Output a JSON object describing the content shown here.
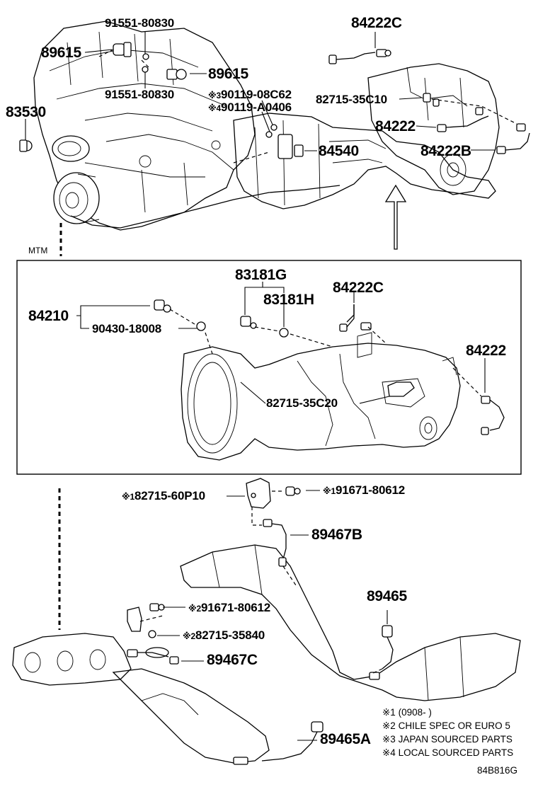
{
  "diagram": {
    "top_section": {
      "labels": {
        "p91551_top": "91551-80830",
        "p89615_left": "89615",
        "p89615_right": "89615",
        "p91551_bottom": "91551-80830",
        "p83530": "83530",
        "mark3": "※3",
        "p90119_08c62": "90119-08C62",
        "mark4": "※4",
        "p90119_a0406": "90119-A0406",
        "p84222c": "84222C",
        "p82715_35c10": "82715-35C10",
        "p84222": "84222",
        "p84540": "84540",
        "p84222b": "84222B"
      }
    },
    "mtm_section": {
      "caption": "MTM",
      "labels": {
        "p83181g": "83181G",
        "p83181h": "83181H",
        "p84222c": "84222C",
        "p84210": "84210",
        "p90430": "90430-18008",
        "p84222": "84222",
        "p82715_35c20": "82715-35C20"
      }
    },
    "exhaust_section": {
      "labels": {
        "mark1_a": "※1",
        "p82715_60p10": "82715-60P10",
        "mark1_b": "※1",
        "p91671_top": "91671-80612",
        "p89467b": "89467B",
        "p89465": "89465",
        "mark2_a": "※2",
        "p91671_mid": "91671-80612",
        "mark2_b": "※2",
        "p82715_35840": "82715-35840",
        "p89467c": "89467C",
        "p89465a": "89465A"
      }
    },
    "notes": [
      "※1 (0908-      )",
      "※2 CHILE SPEC OR EURO 5",
      "※3 JAPAN SOURCED PARTS",
      "※4 LOCAL SOURCED PARTS"
    ],
    "figure_code": "84B816G"
  }
}
